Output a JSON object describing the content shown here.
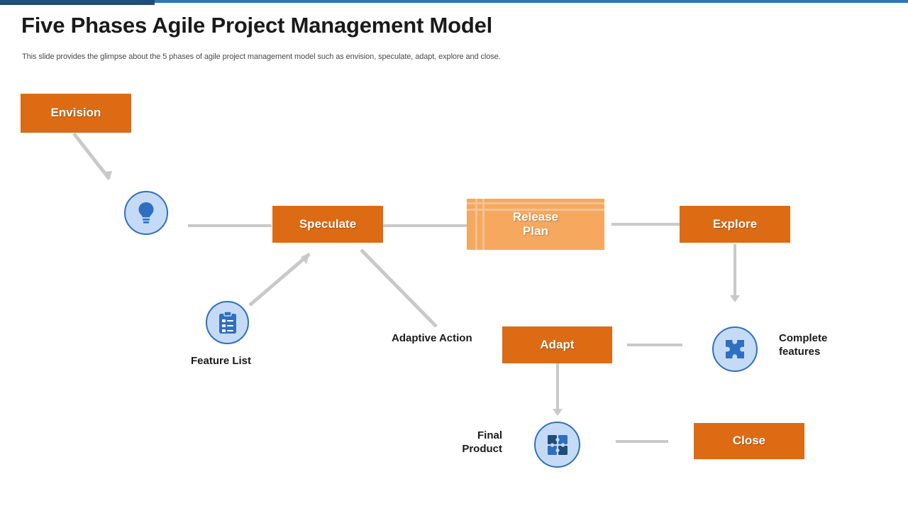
{
  "header": {
    "title": "Five Phases Agile Project Management Model",
    "subtitle": "This slide provides the glimpse about the 5 phases of agile project management model such as envision, speculate, adapt, explore and close."
  },
  "theme": {
    "accent_dark": "#1f4e79",
    "accent_light": "#2e75b6",
    "phase_orange": "#dd6b13",
    "phase_orange_light": "#f5a85e",
    "icon_fill": "#c5dbf5",
    "icon_stroke": "#2f6fc0",
    "connector": "#c9c9c9"
  },
  "diagram": {
    "phases": [
      {
        "id": "envision",
        "label": "Envision"
      },
      {
        "id": "speculate",
        "label": "Speculate"
      },
      {
        "id": "release-plan",
        "label": "Release\nPlan",
        "line1": "Release",
        "line2": "Plan"
      },
      {
        "id": "explore",
        "label": "Explore"
      },
      {
        "id": "adapt",
        "label": "Adapt"
      },
      {
        "id": "close",
        "label": "Close"
      }
    ],
    "icons": [
      {
        "id": "lightbulb",
        "name": "lightbulb-icon"
      },
      {
        "id": "clipboard",
        "name": "clipboard-checklist-icon"
      },
      {
        "id": "puzzle-complete",
        "name": "puzzle-piece-icon"
      },
      {
        "id": "puzzle-final",
        "name": "puzzle-assembled-icon"
      }
    ],
    "labels": [
      {
        "id": "feature-list",
        "text": "Feature List"
      },
      {
        "id": "adaptive-action",
        "text": "Adaptive Action"
      },
      {
        "id": "complete-features",
        "line1": "Complete",
        "line2": "features"
      },
      {
        "id": "final-product",
        "line1": "Final",
        "line2": "Product"
      }
    ]
  }
}
